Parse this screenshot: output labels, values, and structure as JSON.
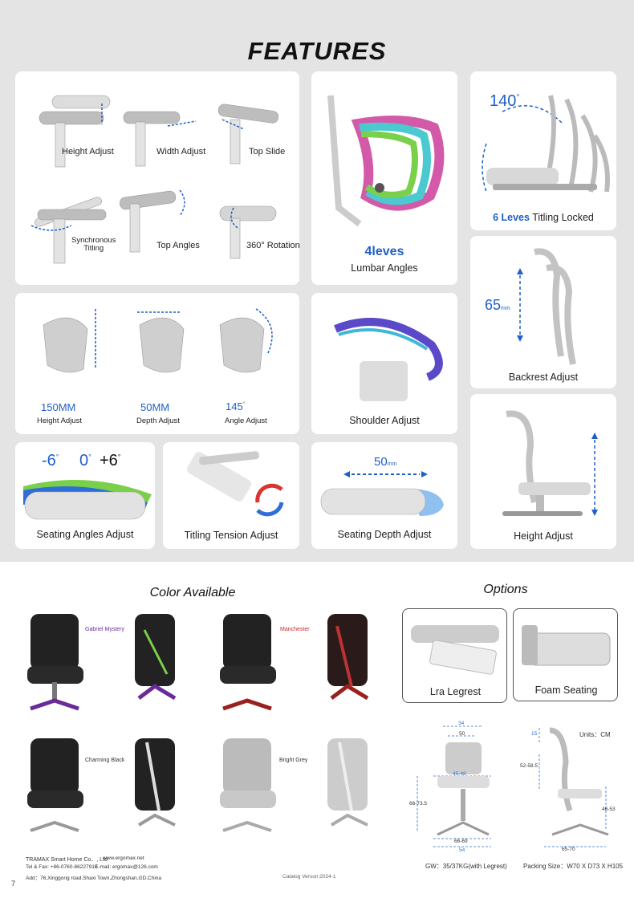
{
  "header": {
    "title": "FEATURES"
  },
  "armrest": {
    "labels": [
      "Height Adjust",
      "Width Adjust",
      "Top Slide",
      "Synchronous\nTitling",
      "Top Angles",
      "360° Rotation"
    ]
  },
  "lumbar": {
    "value": "4leves",
    "label": "Lumbar Angles"
  },
  "tilt": {
    "angle": "140",
    "highlight": "6 Leves",
    "label": "Titling Locked"
  },
  "backrest": {
    "value": "65",
    "unit": "mm",
    "label": "Backrest Adjust"
  },
  "headrest": {
    "values": [
      "150MM",
      "50MM",
      "145"
    ],
    "labels": [
      "Height Adjust",
      "Depth Adjust",
      "Angle Adjust"
    ]
  },
  "shoulder": {
    "label": "Shoulder Adjust"
  },
  "seat_angles": {
    "values": [
      "-6",
      "0",
      "+6"
    ],
    "label": "Seating Angles Adjust"
  },
  "tension": {
    "label": "Titling Tension Adjust"
  },
  "seat_depth": {
    "value": "50",
    "unit": "mm",
    "label": "Seating Depth Adjust"
  },
  "height": {
    "label": "Height Adjust"
  },
  "colors": {
    "title": "Color Available",
    "names": [
      "Gabriel Mystery",
      "Manchester",
      "Charming Black",
      "Bright Grey"
    ]
  },
  "options": {
    "title": "Options",
    "items": [
      "Lra  Legrest",
      "Foam Seating"
    ]
  },
  "dims": {
    "units": "Units：CM",
    "front": [
      "34",
      "50",
      "45-48",
      "66-73.5",
      "66-69",
      "54"
    ],
    "side": [
      "15",
      "52-58.5",
      "46-53",
      "65-70"
    ]
  },
  "specs": {
    "gw": "GW：35/37KG(with Legrest)",
    "packing": "Packing Size：W70 X D73 X H105"
  },
  "footer": {
    "company": "TRAMAX Smart Home Co．, Ltd",
    "web": "www.ergomax.net",
    "tel": "Tel & Fax: +86-0760-86227910",
    "email": "E-mail: ergomax@126.com",
    "addr": "Add：76,Xinggong road,Shaxi Town,Zhongshan,GD,China",
    "catalog": "Catalog Verson:2024-1",
    "page": "7"
  },
  "palette": {
    "accent": "#1e5fc8",
    "panel": "#e4e4e4",
    "purple": "#6a2a9a",
    "red": "#9a1f1f"
  }
}
